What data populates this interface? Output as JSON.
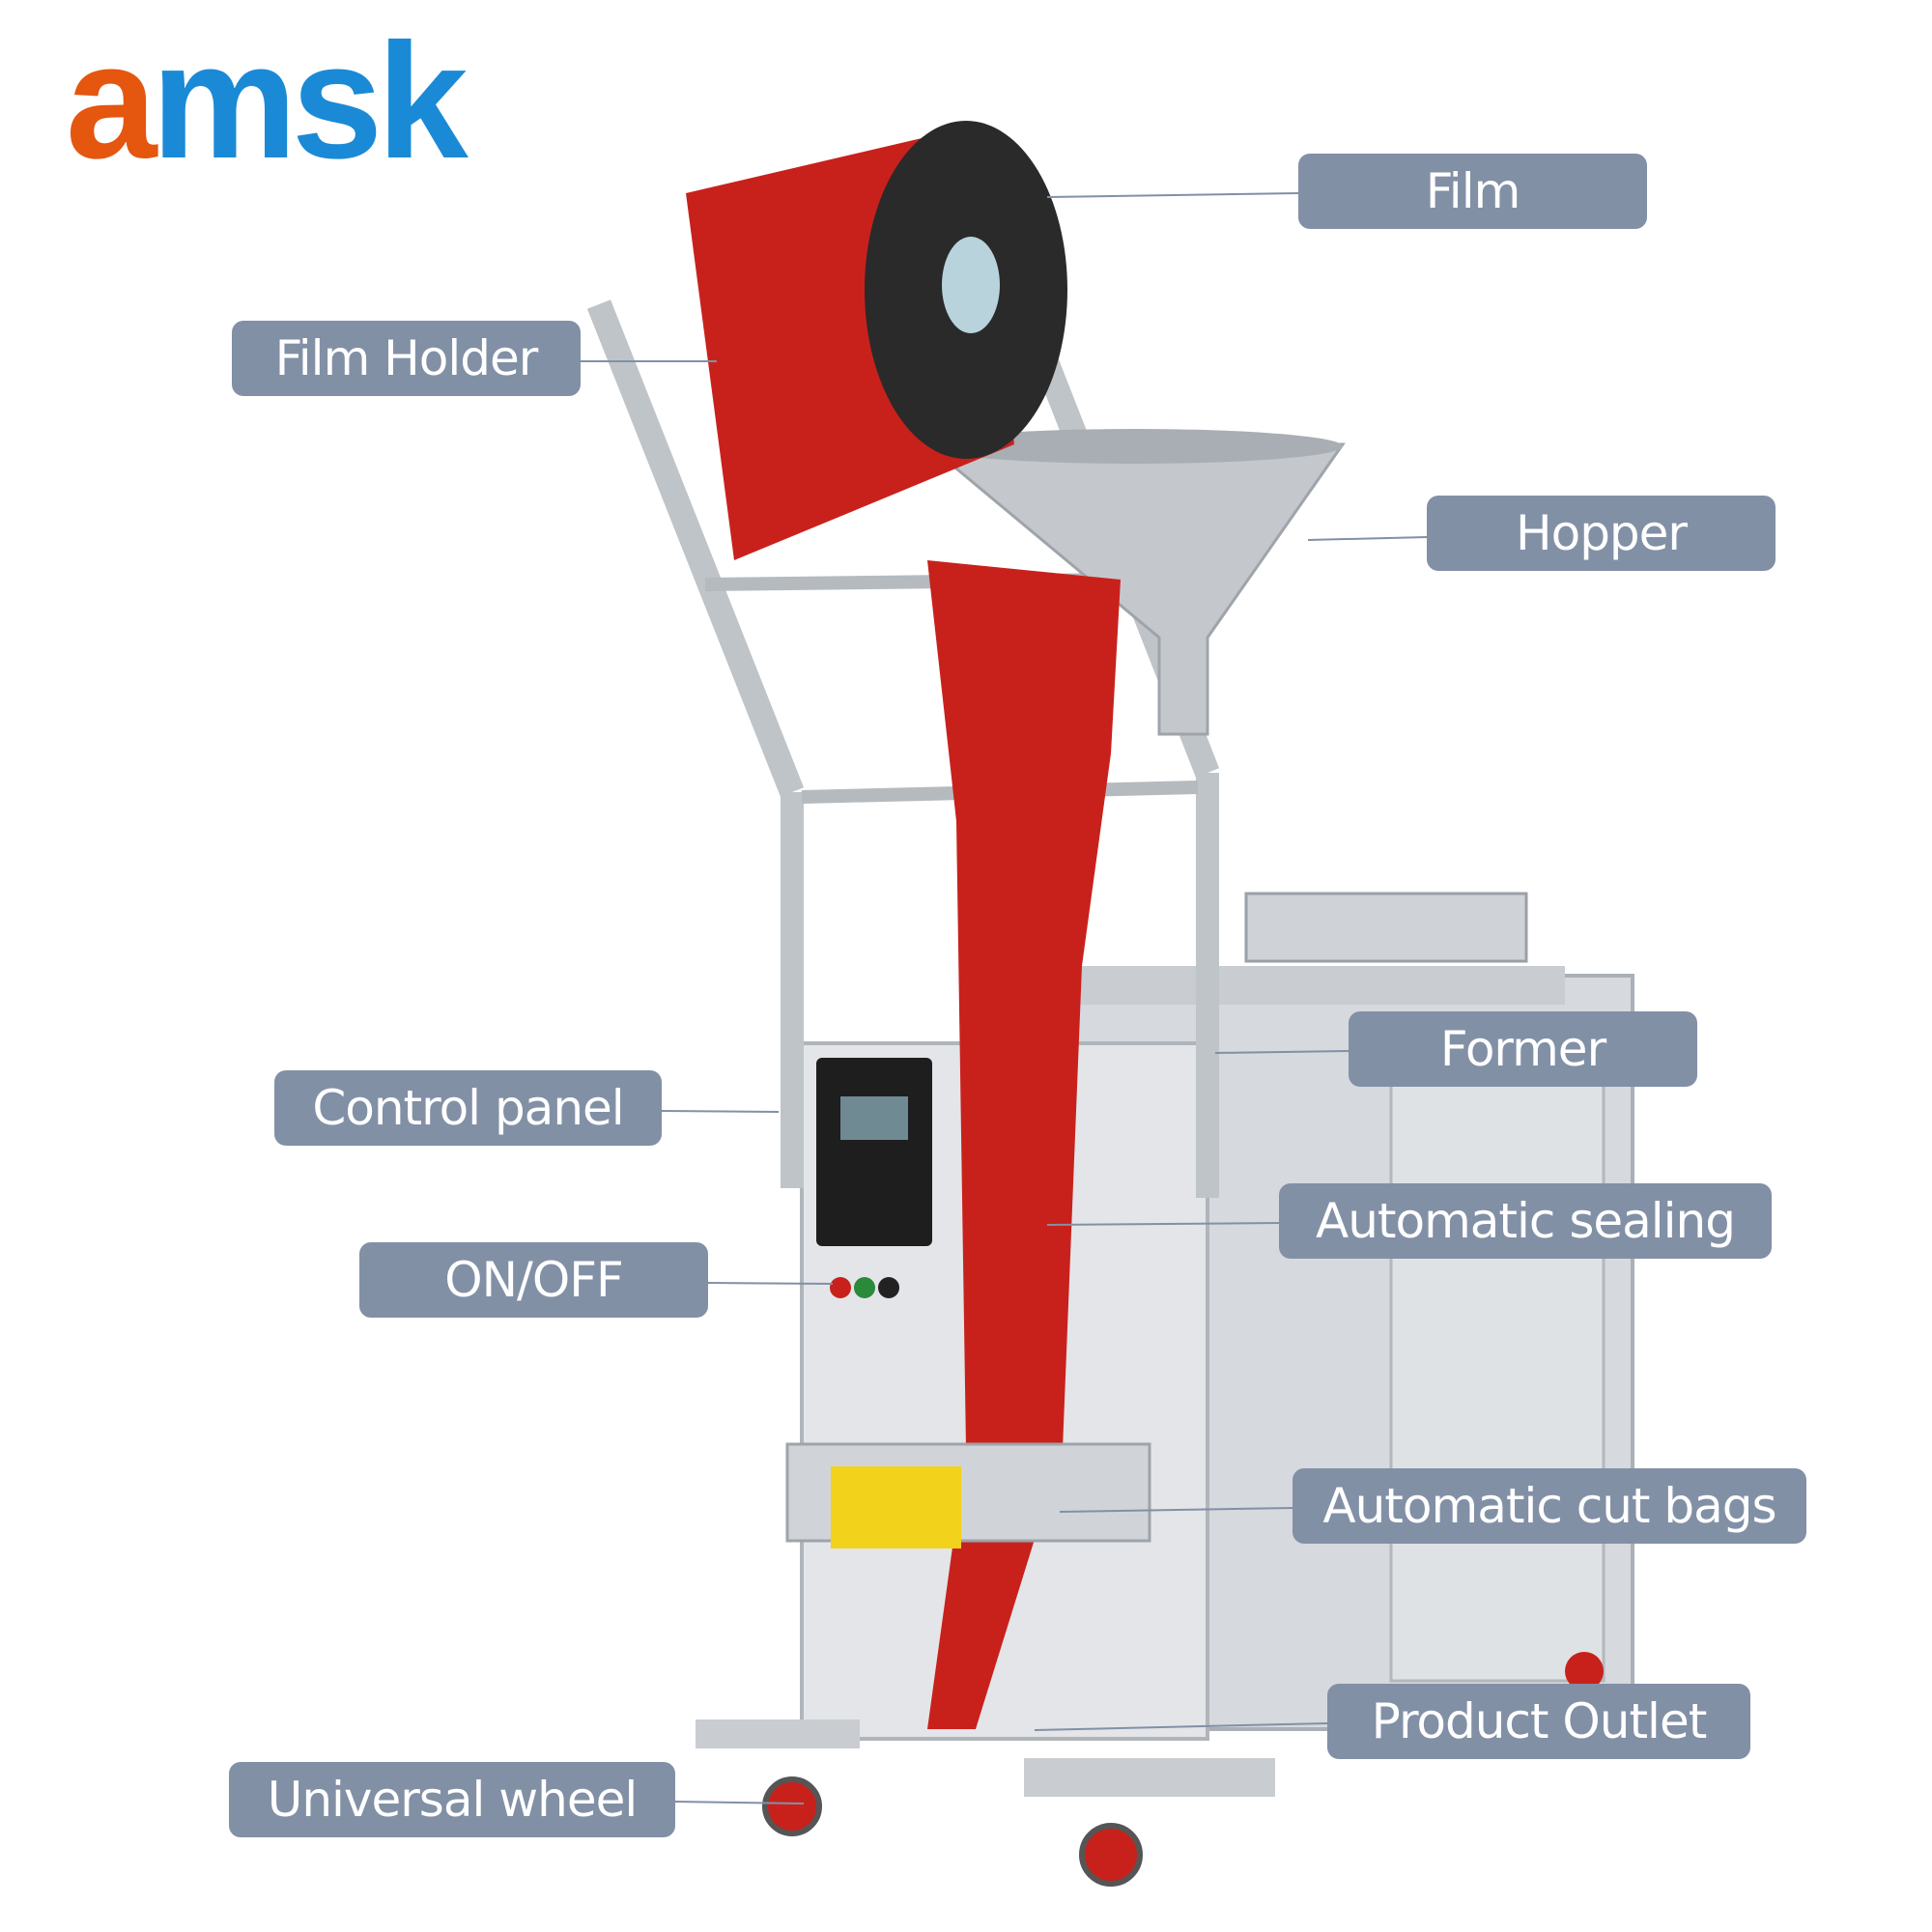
{
  "logo": {
    "part1": "a",
    "part2": "msk"
  },
  "colors": {
    "label_bg": "#8290a6",
    "label_text": "#ffffff",
    "logo_orange": "#e5560f",
    "logo_blue": "#1a8ad6",
    "film_red": "#c8211c",
    "steel": "#c9cdd2"
  },
  "labels": {
    "film": "Film",
    "film_holder": "Film Holder",
    "hopper": "Hopper",
    "former": "Former",
    "control_panel": "Control panel",
    "automatic_sealing": "Automatic sealing",
    "on_off": "ON/OFF",
    "automatic_cut_bags": "Automatic cut bags",
    "product_outlet": "Product Outlet",
    "universal_wheel": "Universal wheel"
  }
}
